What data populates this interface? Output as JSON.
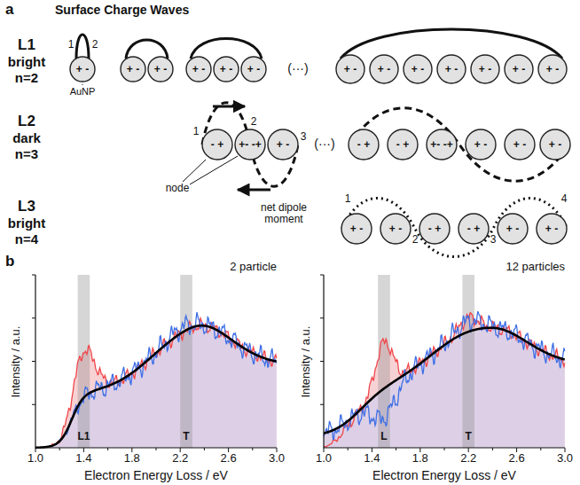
{
  "diagram": {
    "nodes": [
      {
        "text": [
          "+ -"
        ]
      },
      {
        "text": [
          "+ -"
        ]
      },
      {
        "text": [
          "+ -"
        ]
      },
      {
        "text": [
          "+ -"
        ]
      },
      {
        "text": [
          "+ -"
        ]
      },
      {
        "text": [
          "+ -"
        ]
      },
      {
        "text": [
          "+ -"
        ]
      },
      {
        "text": [
          "+ -"
        ]
      },
      {
        "text": [
          "+ -"
        ]
      },
      {
        "text": [
          "+ -"
        ]
      },
      {
        "text": [
          "+ -"
        ]
      },
      {
        "text": [
          "+ -"
        ]
      },
      {
        "text": [
          "+ -"
        ]
      },
      {
        "text": [
          "- +"
        ]
      },
      {
        "text": [
          "+- -+"
        ]
      },
      {
        "text": [
          "+ -"
        ]
      },
      {
        "text": [
          "- +"
        ]
      },
      {
        "text": [
          "- +"
        ]
      },
      {
        "text": [
          "+- -+"
        ]
      },
      {
        "text": [
          "+ -"
        ]
      },
      {
        "text": [
          "+ -"
        ]
      },
      {
        "text": [
          "+ -"
        ]
      },
      {
        "text": [
          "+ -"
        ]
      },
      {
        "text": [
          "+ -"
        ]
      },
      {
        "text": [
          "- +"
        ]
      },
      {
        "text": [
          "- +"
        ]
      },
      {
        "text": [
          "+ -"
        ]
      },
      {
        "text": [
          "+ -"
        ]
      }
    ],
    "labels": [
      "a",
      "Surface Charge Waves",
      "L1",
      "bright",
      "n=2",
      "1",
      "2",
      "AuNP",
      "(···)",
      "L2",
      "dark",
      "n=3",
      "1",
      "2",
      "3",
      "(···)",
      "node",
      "net dipole moment",
      "L3",
      "bright",
      "n=4",
      "1",
      "2",
      "3",
      "4",
      "b",
      "2 particle",
      "12 particles",
      "Intensity / a.u.",
      "Intensity / a.u.",
      "Electron Energy Loss / eV",
      "Electron Energy Loss / eV",
      "1.0",
      "1.4",
      "1.8",
      "2.2",
      "2.6",
      "3.0",
      "1.0",
      "1.4",
      "1.8",
      "2.2",
      "2.6",
      "3.0",
      "L1",
      "T",
      "L",
      "T"
    ]
  }
}
